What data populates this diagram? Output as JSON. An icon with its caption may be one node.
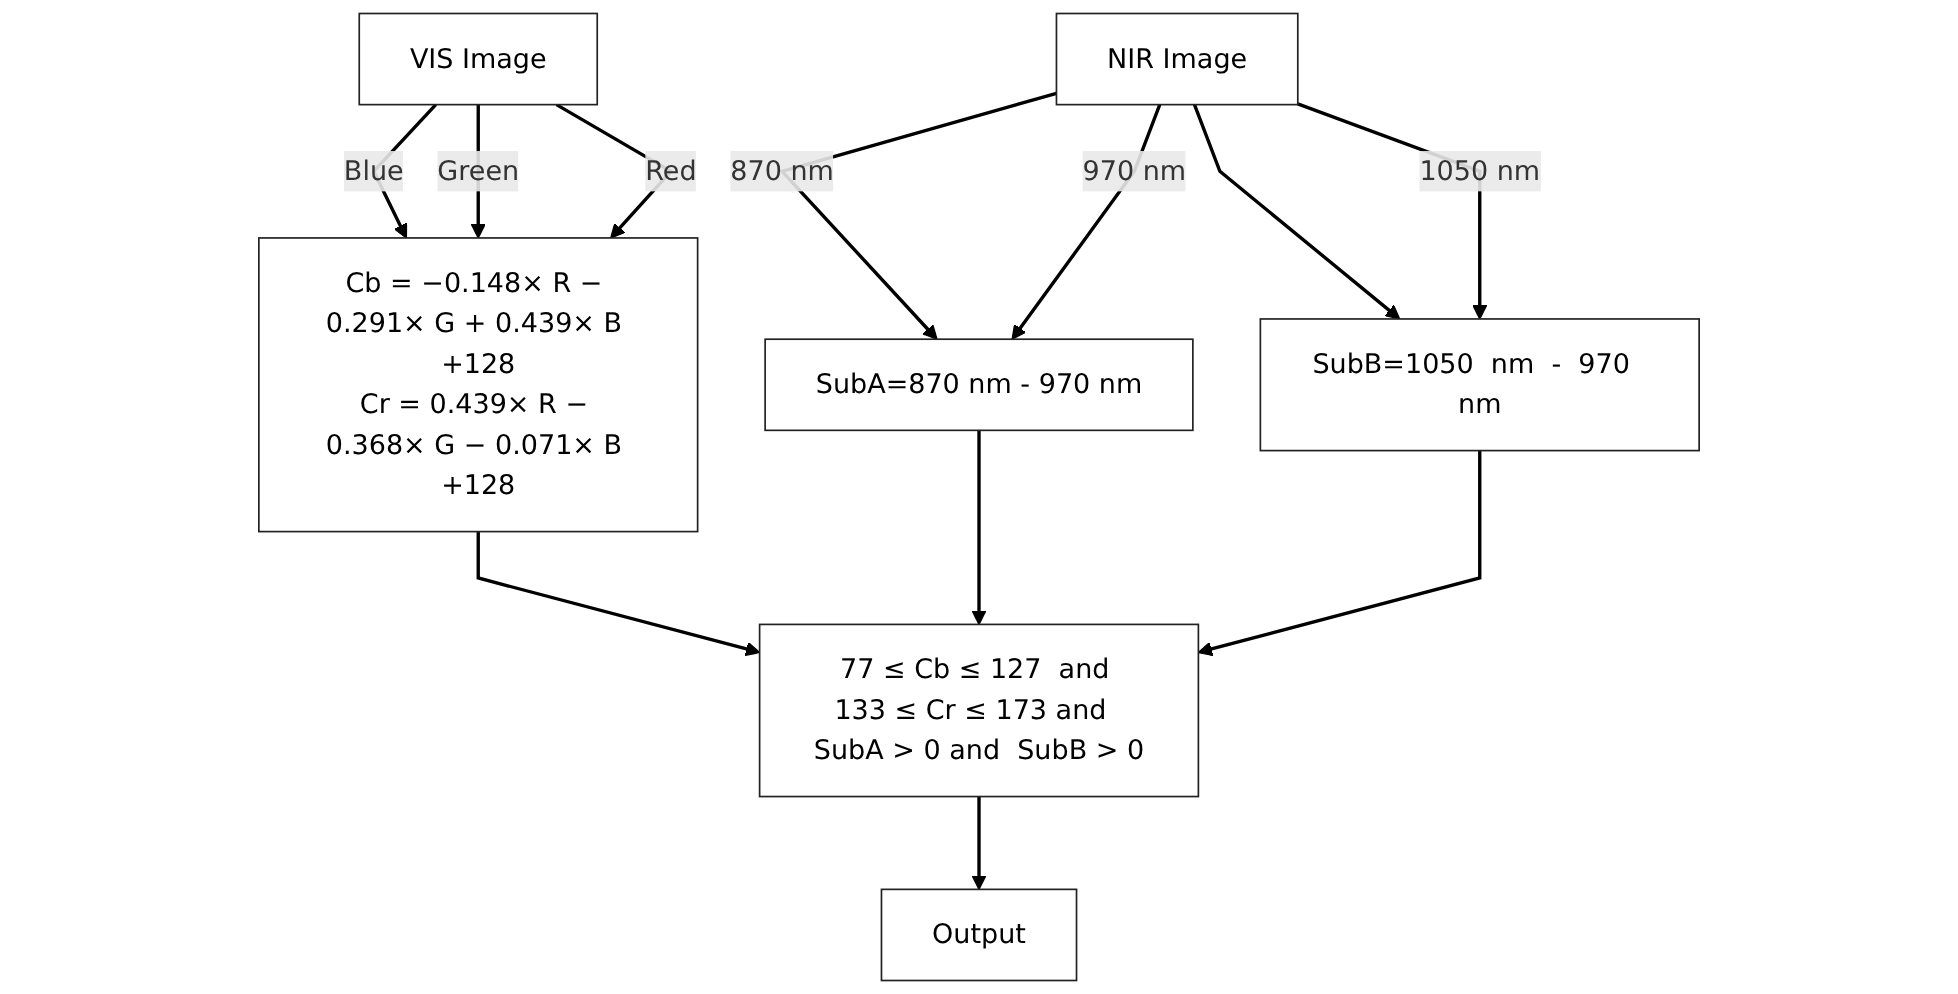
{
  "diagram": {
    "nodes": [
      {
        "text": [
          "VIS Image"
        ]
      },
      {
        "text": [
          "NIR Image"
        ]
      },
      {
        "text": [
          "Cb = −0.148× R − 0.291× G + 0.439× B +128",
          "Cr = 0.439× R − 0.368× G − 0.071× B +128"
        ]
      },
      {
        "text": [
          "SubA=870  nm  -  970  nm"
        ]
      },
      {
        "text": [
          "SubB=1050  nm  -  970  nm"
        ]
      },
      {
        "text": [
          "77 ≤ Cb ≤ 127  and 133 ≤ Cr ≤ 173 and  SubA > 0 and  SubB > 0"
        ]
      },
      {
        "text": [
          "Output"
        ]
      }
    ],
    "edges": [
      {
        "from": 0,
        "to": 2,
        "arrow": "to",
        "label": "Blue"
      },
      {
        "from": 0,
        "to": 2,
        "arrow": "to",
        "label": "Green"
      },
      {
        "from": 0,
        "to": 2,
        "arrow": "to",
        "label": "Red"
      },
      {
        "from": 1,
        "to": 3,
        "arrow": "to",
        "label": "870  nm"
      },
      {
        "from": 1,
        "to": 3,
        "arrow": "to",
        "label": "970  nm"
      },
      {
        "from": 1,
        "to": 4,
        "arrow": "to"
      },
      {
        "from": 1,
        "to": 4,
        "arrow": "to",
        "label": "1050  nm"
      },
      {
        "from": 2,
        "to": 5,
        "arrow": "to"
      },
      {
        "from": 3,
        "to": 5,
        "arrow": "to"
      },
      {
        "from": 4,
        "to": 5,
        "arrow": "to"
      },
      {
        "from": 5,
        "to": 6,
        "arrow": "to"
      }
    ]
  }
}
